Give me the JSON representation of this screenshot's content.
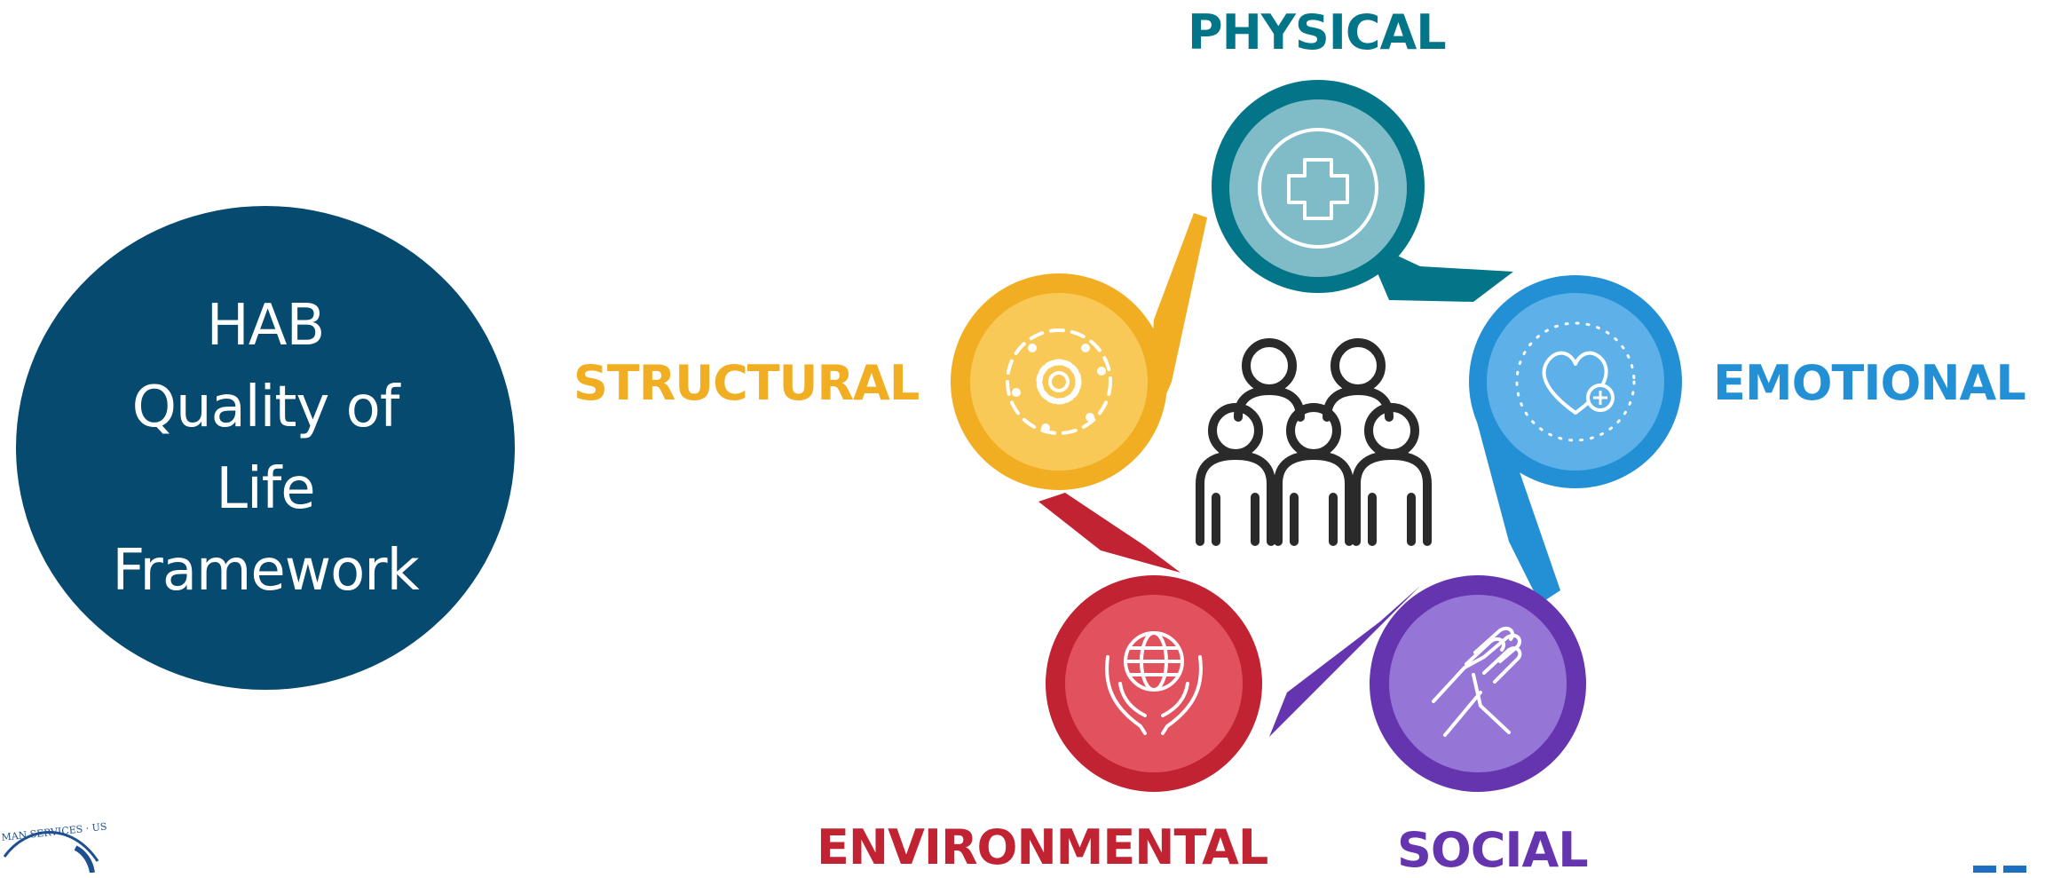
{
  "title": {
    "lines": [
      "HAB",
      "Quality of",
      "Life",
      "Framework"
    ]
  },
  "pillars": [
    {
      "label": "PHYSICAL",
      "color": "#027588",
      "light": "#80bcc8",
      "icon": "medical-cross-icon"
    },
    {
      "label": "EMOTIONAL",
      "color": "#2390d6",
      "light": "#5db0e8",
      "icon": "heart-plus-icon"
    },
    {
      "label": "SOCIAL",
      "color": "#6535b0",
      "light": "#9575d5",
      "icon": "handshake-icon"
    },
    {
      "label": "ENVIRONMENTAL",
      "color": "#c12332",
      "light": "#e2525e",
      "icon": "globe-in-hands-icon"
    },
    {
      "label": "STRUCTURAL",
      "color": "#f2ae22",
      "light": "#f9c957",
      "icon": "gears-icon"
    }
  ],
  "center_icon": "people-group-icon",
  "logo_text": "MAN SERVICES · USA"
}
